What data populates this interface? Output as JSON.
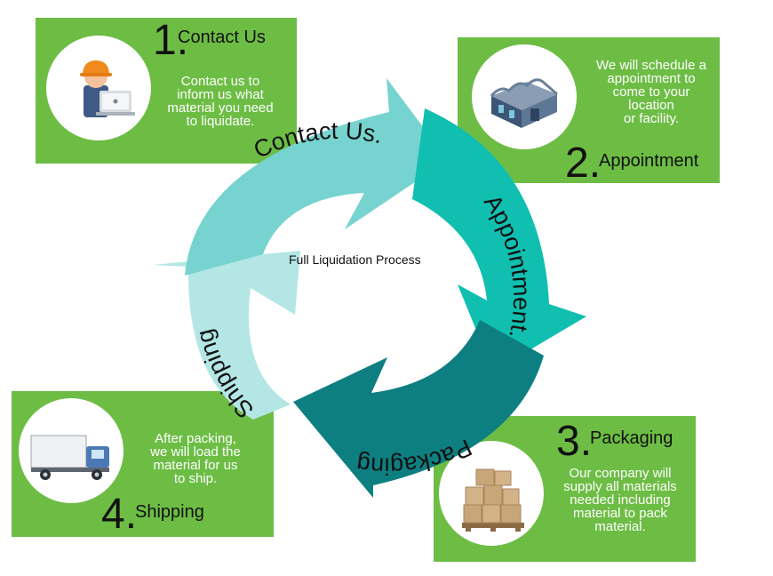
{
  "center_title": "Full Liquidation Process",
  "colors": {
    "card_green": "#6dbd45",
    "contact_arrow": "#76d3cf",
    "appointment_arrow": "#10bfb0",
    "packaging_arrow": "#0e7f80",
    "shipping_arrow": "#b3e6e5"
  },
  "arrow_labels": {
    "contact": "Contact Us.",
    "appointment": "Appointment.",
    "packaging": "Packaging",
    "shipping": "Shipping"
  },
  "steps": [
    {
      "number": "1.",
      "title": "Contact Us",
      "description": [
        "Contact us to",
        "inform us what",
        "material you need",
        "to liquidate."
      ],
      "icon": "worker-laptop-icon"
    },
    {
      "number": "2.",
      "title": "Appointment",
      "description": [
        "We will schedule a",
        "appointment to",
        "come to your",
        "location",
        "or facility."
      ],
      "icon": "warehouse-icon"
    },
    {
      "number": "3.",
      "title": "Packaging",
      "description": [
        "Our company will",
        "supply all materials",
        "needed including",
        "material to pack",
        "material."
      ],
      "icon": "boxes-pallet-icon"
    },
    {
      "number": "4.",
      "title": "Shipping",
      "description": [
        "After packing,",
        "we will load the",
        "material for us",
        "to ship."
      ],
      "icon": "truck-icon"
    }
  ]
}
